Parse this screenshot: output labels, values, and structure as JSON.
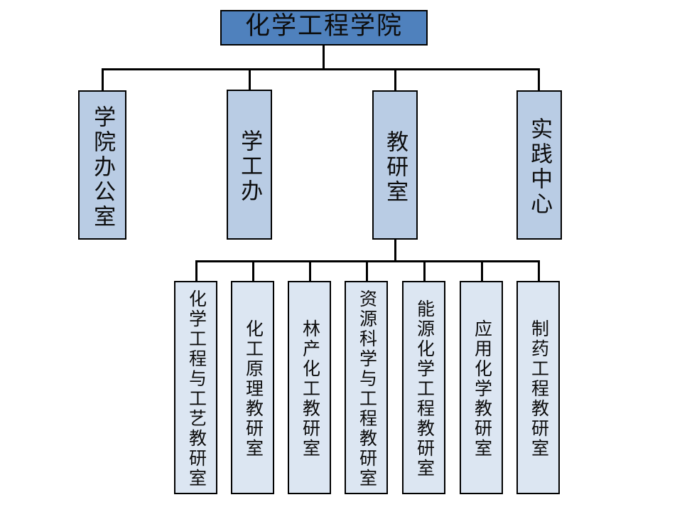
{
  "chart_title": "化学工程学院",
  "colors": {
    "root_fill": "#4f81bd",
    "level2_fill": "#b9cce4",
    "level3_fill": "#dce6f2",
    "border": "#000000",
    "text": "#0d0d0d",
    "background": "#ffffff"
  },
  "root": {
    "label": "化学工程学院"
  },
  "level2": [
    {
      "label": "学院办公室"
    },
    {
      "label": "学工办"
    },
    {
      "label": "教研室"
    },
    {
      "label": "实践中心"
    }
  ],
  "level3": [
    {
      "label": "化学工程与工艺教研室"
    },
    {
      "label": "化工原理教研室"
    },
    {
      "label": "林产化工教研室"
    },
    {
      "label": "资源科学与工程教研室"
    },
    {
      "label": "能源化学工程教研室"
    },
    {
      "label": "应用化学教研室"
    },
    {
      "label": "制药工程教研室"
    }
  ]
}
